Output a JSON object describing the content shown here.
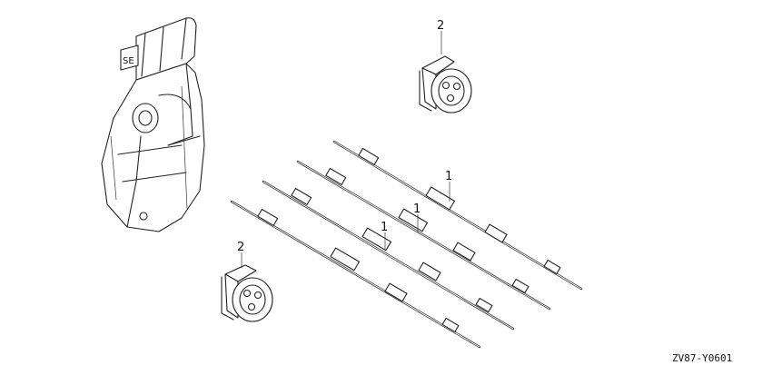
{
  "diagram": {
    "code": "ZV87-Y0601",
    "callouts": {
      "grommet_top": "2",
      "grommet_bottom": "2",
      "cable_a": "1",
      "cable_b": "1",
      "cable_c": "1"
    }
  }
}
